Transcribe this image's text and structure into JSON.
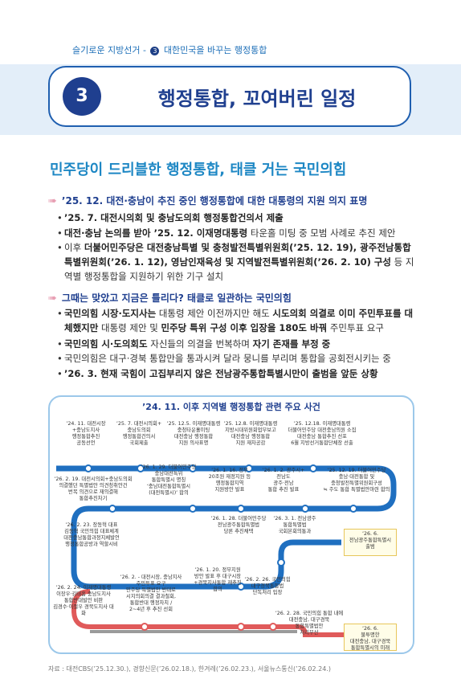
{
  "breadcrumb": {
    "section": "슬기로운 지방선거",
    "num": "3",
    "chapter": "대한민국을 바꾸는 행정통합"
  },
  "title": {
    "num": "3",
    "text": "행정통합, 꼬여버린 일정"
  },
  "subhead": "민주당이 드리블한 행정통합, 태클 거는 국민의힘",
  "sections": [
    {
      "head": "’25. 12. 대전·충남이 추진 중인 행정통합에 대한 대통령의 지원 의지 표명",
      "bullets": [
        {
          "strong": "’25. 7. 대전시의회 및 충남도의회 행정통합건의서 제출",
          "rest": ""
        },
        {
          "strong": "대전·충남 논의를 받아 ’25. 12. 이재명대통령",
          "rest": " 타운홀 미팅 중 모범 사례로 추진 제안"
        },
        {
          "pre": "이후 ",
          "strong": "더불어민주당은 대전충남특별 및 충청발전특별위원회(’25. 12. 19), 광주전남통합특별위원회(’26. 1. 12), 영남인재육성 및 지역발전특별위원회(’26. 2. 10) 구성",
          "rest": " 등 지역별 행정통합을 지원하기 위한 기구 설치"
        }
      ]
    },
    {
      "head": "그때는 맞았고 지금은 틀리다? 태클로 일관하는 국민의힘",
      "bullets": [
        {
          "strong": "국민의힘 시장·도지사는",
          "rest": " 대통령 제안 이전까지만 해도 ",
          "strong2": "시도의회 의결로 이미 주민투표를 대체했지만",
          "rest2": " 대통령 제안 및 ",
          "strong3": "민주당 특위 구성 이후 입장을 180도 바꿔",
          "rest3": " 주민투표 요구"
        },
        {
          "strong": "국민의힘 시·도의회도",
          "rest": " 자신들의 의결을 번복하며 ",
          "strong2": "자기 존재를 부정 중"
        },
        {
          "strong": "",
          "rest": "국민의힘은 대구·경북 통합만을 통과시켜 달라 뭉니를 부리며 통합을 공회전시키는 중"
        },
        {
          "strong": "’26. 3. 현재 국힘이 고집부리지 않은 전남광주통합특별시만이 출범을 앞둔 상황",
          "rest": ""
        }
      ]
    }
  ],
  "timeline": {
    "title": "’24. 11. 이후 지역별 행정통합 관련 주요 사건",
    "events": [
      "’24. 11. 대전시장\n+충남도지사\n행정통합추진\n공동선언",
      "’25. 7. 대전시의회+\n충남도의회\n행정통합건의서\n국회제출",
      "’25. 12.5. 이재명대통령\n충청타운홀미팅\n대전충남 행정통합\n지원 의사표명",
      "’25. 12.8. 이재명대통령\n지방시대위원회업무보고\n대전충남 행정통합\n지원 재차공감",
      "’25. 12.18. 이재명대통령\n더불어민주당 대전충남의원 소집\n대전충남 통합추진 선포\n6월 지방선거통합단체장 선출",
      "’26. 2. 19. 대전시의회+충남도의회\n의결했던 특별법안 의견청취안건\n번복 의견으로 재의결해\n통합추진차기",
      "’26. 1. 29. 더불어민주당\n충남대전특위\n통합특별시 명칭\n‘충남대전통합특별시\n(대전특별시)’ 합의",
      "’26. 1. 16. 정부\n20조원 재정지원 등\n행정통합지역\n지원방안 발표",
      "’26. 1. 2. 광주시+\n전남도\n광주·전남\n통합 추진 발표",
      "’25. 12. 19. 더불어민주당\n충남·대전통합 및\n충청발전특별위원회구성\n≒ 주도 통합 특별법안마련 합의",
      "’26. 2. 23. 장동혁 대표\n김동혁 국민의힘 대표체계\n대전충남통합과정지체발언\n행정통합공방과 역할시비",
      "’26. 1. 28. 더불어민주당\n전남광주통합특별법\n당론 추진채택",
      "’26. 3. 1. 전남광주\n통합특별법\n국회본회의통과",
      "’26. 6.\n전남광주통합특별시\n출범",
      "’26. 2. 24. 이재명대통령\n이장우·김태흠 충남도지사\n통합반대발언 비판\n김경수·이철우 경북도지사 대화",
      "’26. 2. - 대전시장, 충남지사\n주민투표 요구\n민주당 특별법안 반대로\n시지의회의결 결과철회,\n통합반대 행정자치 /\n2~4년 후 추진 선회",
      "’26. 1. 20. 정부지원\n방안 발표 후 대구시장\n+경북지사통합 재추진\n합의",
      "’26. 2. 26. 국민의힘\n대구경북통합법\n단독처리 입장",
      "’26. 2. 28. 국민의힘 통합 내에\n대전충남, 대구경북\n통합특별법안\n처리무산",
      "’26. 6.\n불투명한\n대전충남, 대구경북\n통합특별시의 미래"
    ]
  },
  "source": "자료 : 대전CBS(’25.12.30.), 경향신문(’26.02.18.), 한겨레(’26.02.23.), 서울뉴스통신(’26.02.24.)",
  "colors": {
    "navy": "#1f3f8f",
    "blue_line": "#1f6fc0",
    "red_line": "#e05a5a",
    "gray_line": "#9a9a9a",
    "gold": "#e7c65a"
  }
}
